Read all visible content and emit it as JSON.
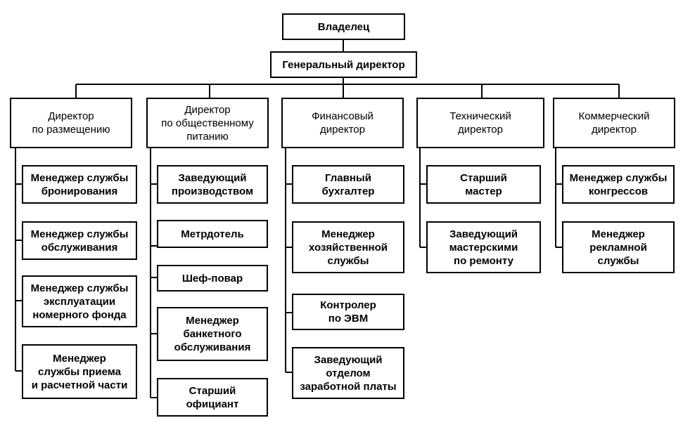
{
  "top": {
    "owner": "Владелец",
    "ceo": "Генеральный директор"
  },
  "departments": [
    {
      "title": "Директор\nпо размещению",
      "subordinates": [
        "Менеджер службы\nбронирования",
        "Менеджер службы\nобслуживания",
        "Менеджер службы\nэксплуатации\nномерного фонда",
        "Менеджер\nслужбы приема\nи расчетной части"
      ]
    },
    {
      "title": "Директор\nпо общественному\nпитанию",
      "subordinates": [
        "Заведующий\nпроизводством",
        "Метрдотель",
        "Шеф-повар",
        "Менеджер\nбанкетного\nобслуживания",
        "Старший\nофициант"
      ]
    },
    {
      "title": "Финансовый\nдиректор",
      "subordinates": [
        "Главный\nбухгалтер",
        "Менеджер\nхозяйственной\nслужбы",
        "Контролер\nпо ЭВМ",
        "Заведующий\nотделом\nзаработной платы"
      ]
    },
    {
      "title": "Технический\nдиректор",
      "subordinates": [
        "Старший\nмастер",
        "Заведующий\nмастерскими\nпо ремонту"
      ]
    },
    {
      "title": "Коммерческий\nдиректор",
      "subordinates": [
        "Менеджер службы\nконгрессов",
        "Менеджер\nрекламной\nслужбы"
      ]
    }
  ]
}
